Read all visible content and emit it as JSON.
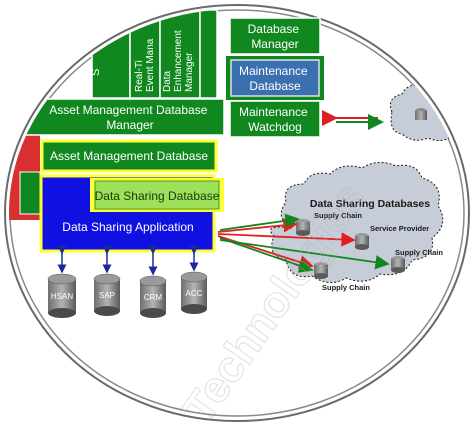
{
  "diagram": {
    "blocks": {
      "partial_s": "S",
      "realtime": [
        "Real-Ti",
        "Event Mana"
      ],
      "data_enh": [
        "Data",
        "Enhancement",
        "Manager"
      ],
      "db_manager": [
        "Database",
        "Manager"
      ],
      "maint_db": [
        "Maintenance",
        "Database"
      ],
      "maint_watchdog": [
        "Maintenance",
        "Watchdog"
      ],
      "amd_manager": [
        "Asset Management Database",
        "Manager"
      ],
      "amd": "Asset Management Database",
      "data_sharing_db": "Data Sharing Database",
      "data_sharing_app": "Data Sharing Application"
    },
    "databases": [
      "HSAN",
      "SAP",
      "CRM",
      "ACC"
    ],
    "cloud": {
      "title": "Data Sharing Databases",
      "nodes": [
        "Supply Chain",
        "Service Provider",
        "Supply Chain",
        "Supply Chain"
      ]
    },
    "colors": {
      "green": "#11881f",
      "lime": "#9ee05a",
      "blue": "#1010e0",
      "steel": "#3a6fb0",
      "yellow": "#ffff33",
      "red": "#e02020",
      "cloud": "#c7cdd8"
    },
    "watermark": "Technologies"
  }
}
